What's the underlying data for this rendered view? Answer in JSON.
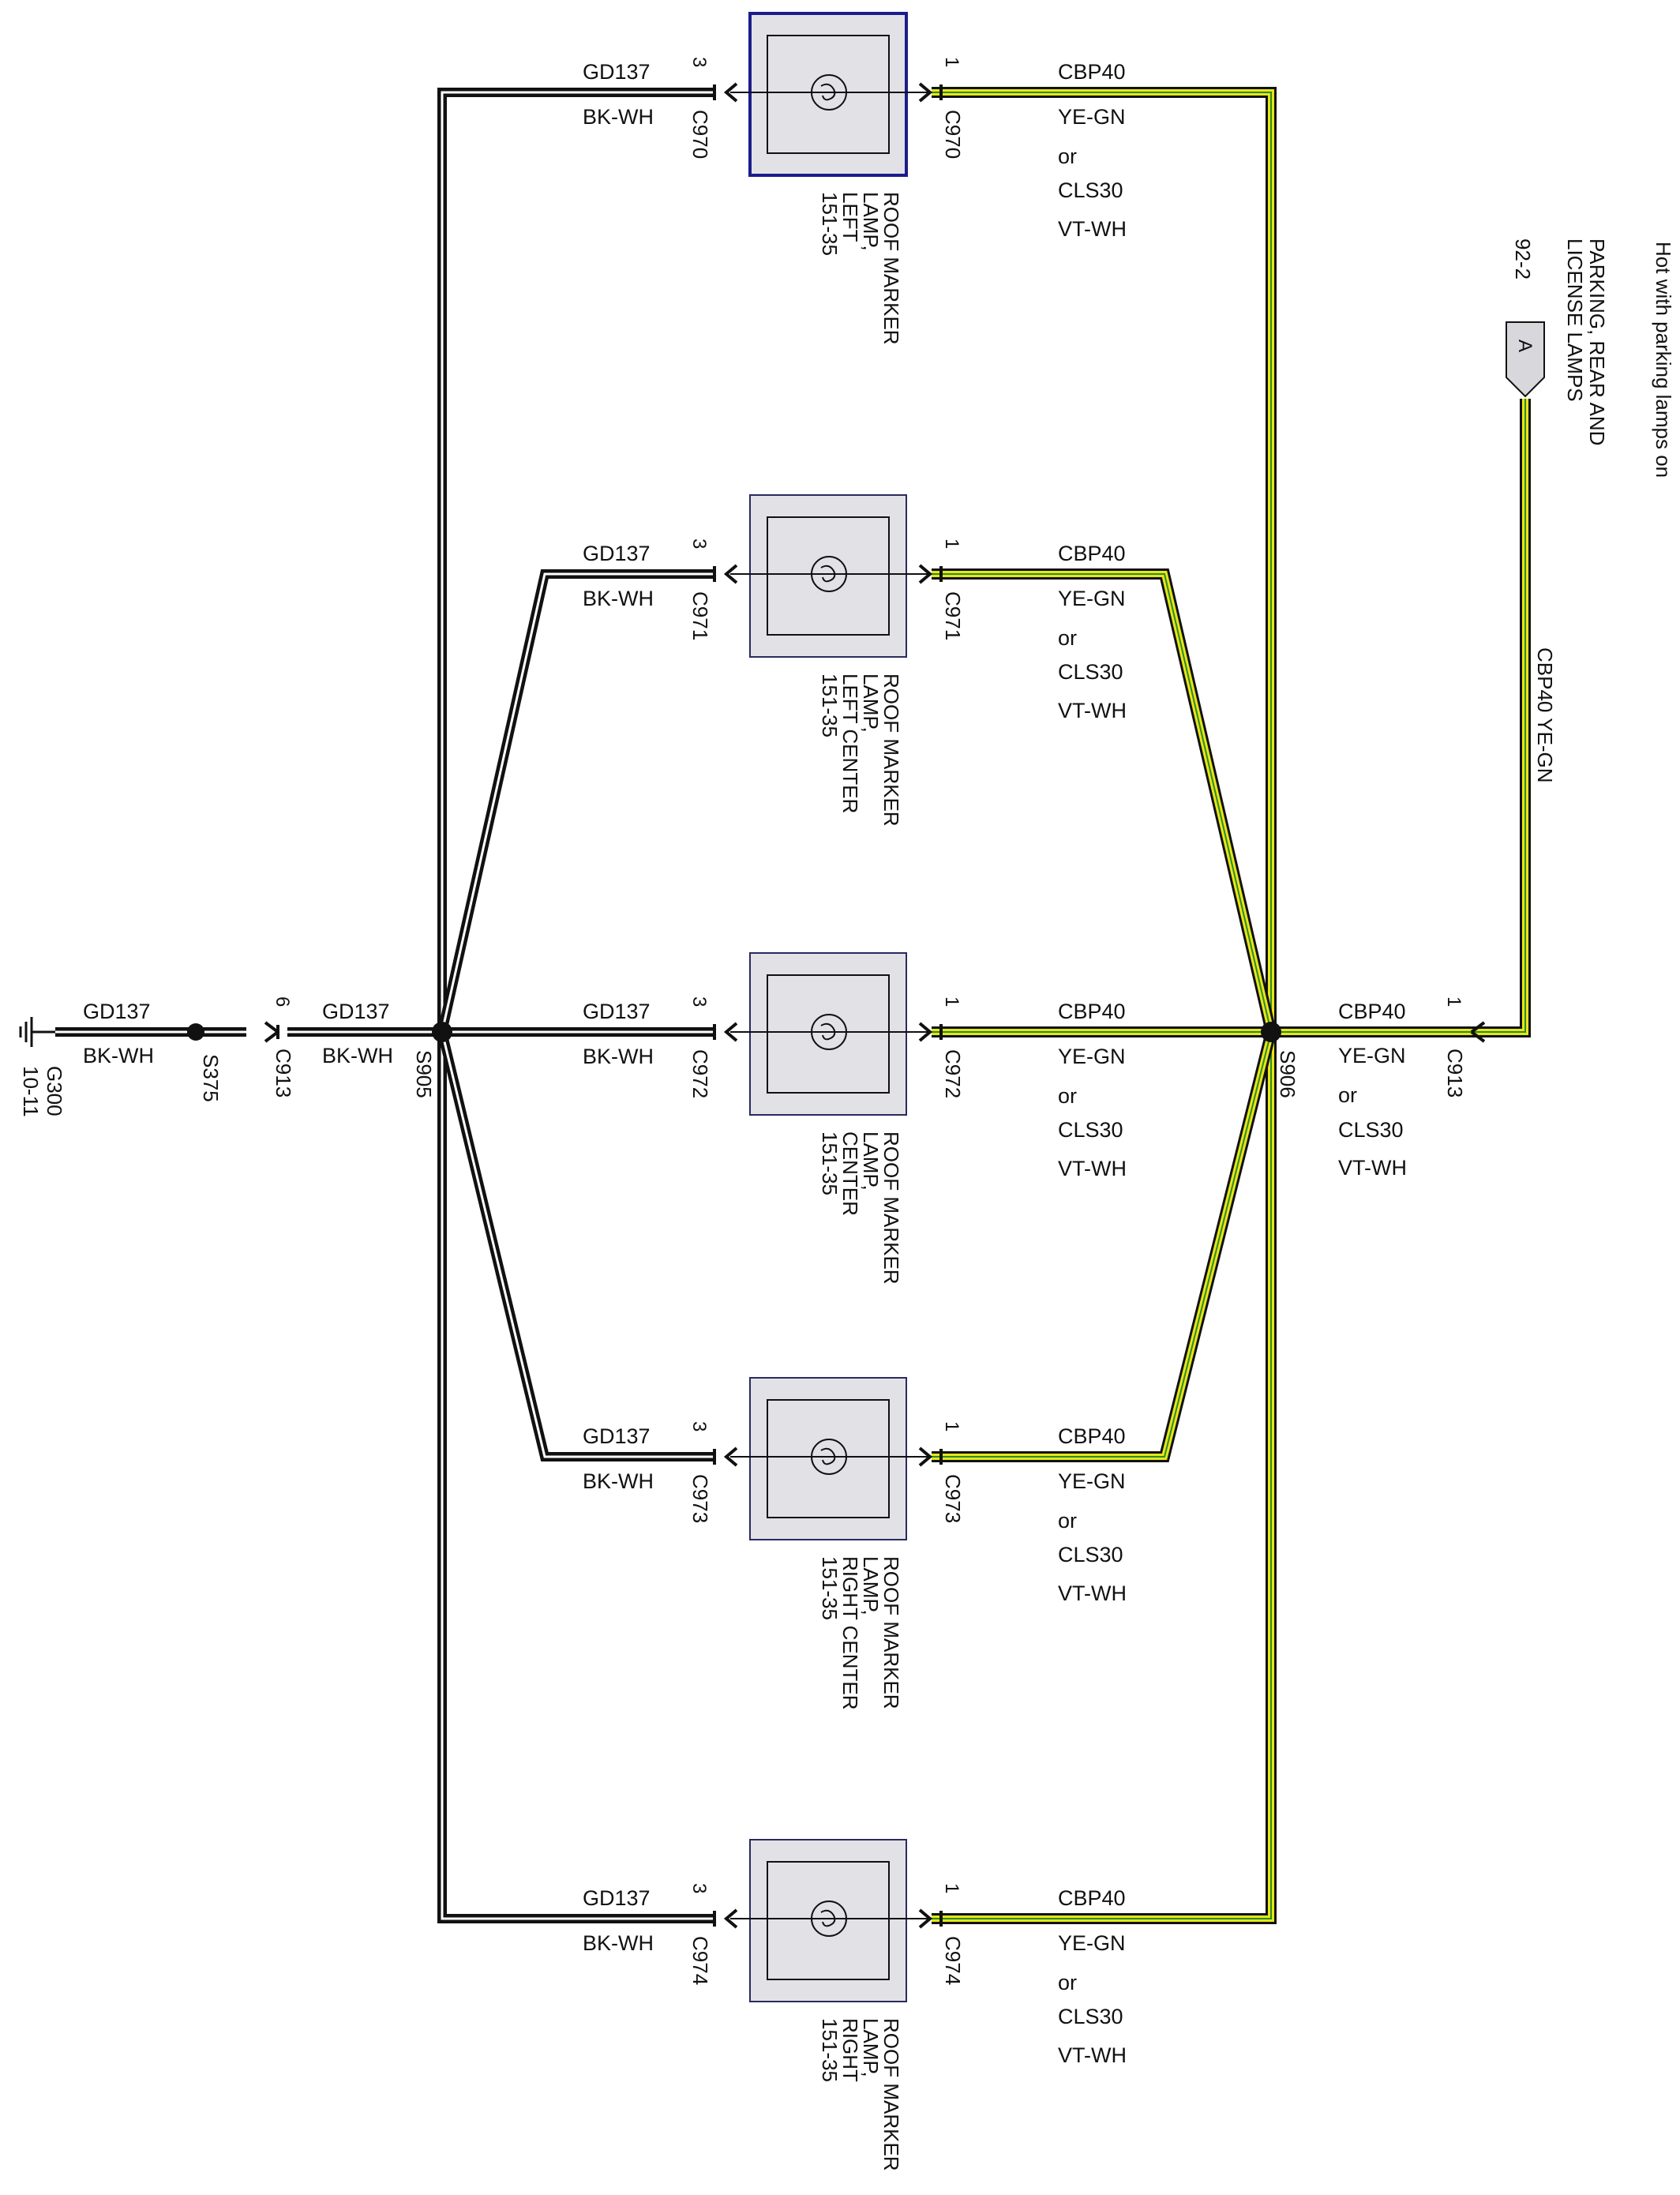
{
  "header": {
    "hot_note": "Hot with parking lamps on",
    "source_line1": "PARKING, REAR AND",
    "source_line2": "LICENSE LAMPS",
    "source_page": "92-2",
    "source_connector": "A"
  },
  "feed": {
    "vertical_label": "CBP40  YE-GN",
    "circuit": "CBP40",
    "color": "YE-GN",
    "or": "or",
    "alt_circuit": "CLS30",
    "alt_color": "VT-WH",
    "connector": "C913",
    "pin": "1"
  },
  "ground_side": {
    "ground_name": "G300",
    "ground_page": "10-11",
    "splice_s375": "S375",
    "connector": "C913",
    "pin": "6",
    "seg1_circuit": "GD137",
    "seg1_color": "BK-WH",
    "seg2_circuit": "GD137",
    "seg2_color": "BK-WH",
    "splice_s905": "S905",
    "splice_s906": "S906"
  },
  "lamps": [
    {
      "connector": "C970",
      "ground_pin": "3",
      "power_pin": "1",
      "gnd_circuit": "GD137",
      "gnd_color": "BK-WH",
      "pwr_circuit": "CBP40",
      "pwr_color": "YE-GN",
      "or": "or",
      "alt_circuit": "CLS30",
      "alt_color": "VT-WH",
      "name1": "ROOF MARKER",
      "name2": "LAMP,",
      "name3": "LEFT",
      "page": "151-35"
    },
    {
      "connector": "C971",
      "ground_pin": "3",
      "power_pin": "1",
      "gnd_circuit": "GD137",
      "gnd_color": "BK-WH",
      "pwr_circuit": "CBP40",
      "pwr_color": "YE-GN",
      "or": "or",
      "alt_circuit": "CLS30",
      "alt_color": "VT-WH",
      "name1": "ROOF MARKER",
      "name2": "LAMP,",
      "name3": "LEFT CENTER",
      "page": "151-35"
    },
    {
      "connector": "C972",
      "ground_pin": "3",
      "power_pin": "1",
      "gnd_circuit": "GD137",
      "gnd_color": "BK-WH",
      "pwr_circuit": "CBP40",
      "pwr_color": "YE-GN",
      "or": "or",
      "alt_circuit": "CLS30",
      "alt_color": "VT-WH",
      "name1": "ROOF MARKER",
      "name2": "LAMP,",
      "name3": "CENTER",
      "page": "151-35"
    },
    {
      "connector": "C973",
      "ground_pin": "3",
      "power_pin": "1",
      "gnd_circuit": "GD137",
      "gnd_color": "BK-WH",
      "pwr_circuit": "CBP40",
      "pwr_color": "YE-GN",
      "or": "or",
      "alt_circuit": "CLS30",
      "alt_color": "VT-WH",
      "name1": "ROOF MARKER",
      "name2": "LAMP,",
      "name3": "RIGHT CENTER",
      "page": "151-35"
    },
    {
      "connector": "C974",
      "ground_pin": "3",
      "power_pin": "1",
      "gnd_circuit": "GD137",
      "gnd_color": "BK-WH",
      "pwr_circuit": "CBP40",
      "pwr_color": "YE-GN",
      "or": "or",
      "alt_circuit": "CLS30",
      "alt_color": "VT-WH",
      "name1": "ROOF MARKER",
      "name2": "LAMP,",
      "name3": "RIGHT",
      "page": "151-35"
    }
  ],
  "colors": {
    "wire_black": "#111111",
    "wire_yellow": "#e6e619",
    "wire_green": "#2d8a2d",
    "lamp_fill": "#e2e2e6",
    "lamp_border_blue": "#1c1c8c"
  }
}
